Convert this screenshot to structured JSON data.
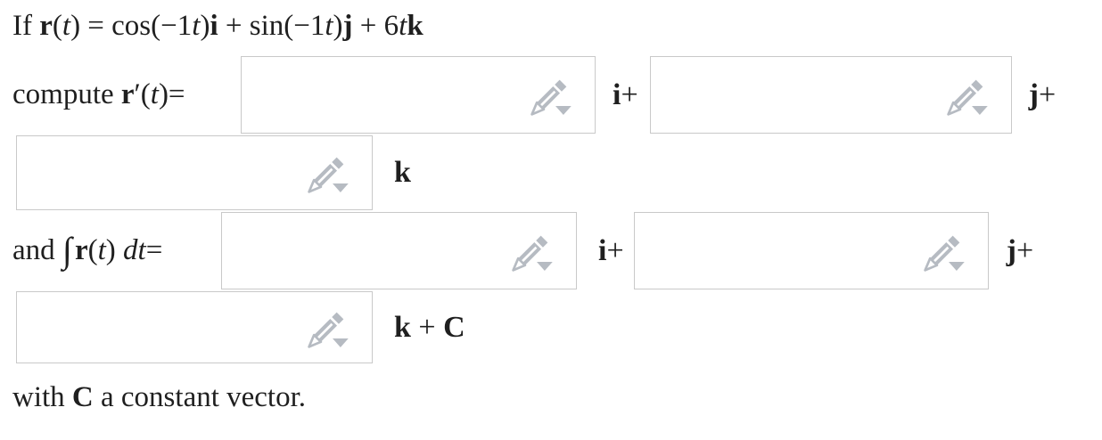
{
  "theme": {
    "text_color": "#1f1f1f",
    "box_border_color": "#c9c9c9",
    "pencil_icon_color": "#b6bbc2",
    "background": "#ffffff"
  },
  "tokens": {
    "statement": [
      {
        "t": "If ",
        "s": "rm"
      },
      {
        "t": "r",
        "s": "bf"
      },
      {
        "t": "(",
        "s": "rm"
      },
      {
        "t": "t",
        "s": "it"
      },
      {
        "t": ") = cos(−1",
        "s": "rm"
      },
      {
        "t": "t",
        "s": "it"
      },
      {
        "t": ")",
        "s": "rm"
      },
      {
        "t": "i",
        "s": "bf"
      },
      {
        "t": " + sin(−1",
        "s": "rm"
      },
      {
        "t": "t",
        "s": "it"
      },
      {
        "t": ")",
        "s": "rm"
      },
      {
        "t": "j",
        "s": "bf"
      },
      {
        "t": " + 6",
        "s": "rm"
      },
      {
        "t": "t",
        "s": "it"
      },
      {
        "t": "k",
        "s": "bf"
      }
    ],
    "derivative_label": [
      {
        "t": "compute ",
        "s": "rm"
      },
      {
        "t": "r",
        "s": "bf"
      },
      {
        "t": "′(",
        "s": "rm"
      },
      {
        "t": "t",
        "s": "it"
      },
      {
        "t": ")=",
        "s": "rm"
      }
    ],
    "integral_label": [
      {
        "t": "and ",
        "s": "rm"
      },
      {
        "t": "∫",
        "s": "int"
      },
      {
        "t": "r",
        "s": "bf"
      },
      {
        "t": "(",
        "s": "rm"
      },
      {
        "t": "t",
        "s": "it"
      },
      {
        "t": ") ",
        "s": "rm"
      },
      {
        "t": "dt",
        "s": "it"
      },
      {
        "t": "=",
        "s": "rm"
      }
    ],
    "i_plus": [
      {
        "t": "i",
        "s": "bf"
      },
      {
        "t": "+",
        "s": "rm"
      }
    ],
    "j_plus": [
      {
        "t": "j",
        "s": "bf"
      },
      {
        "t": "+",
        "s": "rm"
      }
    ],
    "k_unit": [
      {
        "t": "k",
        "s": "bf"
      }
    ],
    "k_plus_c": [
      {
        "t": "k",
        "s": "bf"
      },
      {
        "t": " + ",
        "s": "rm"
      },
      {
        "t": "C",
        "s": "bf"
      }
    ],
    "footer": [
      {
        "t": "with ",
        "s": "rm"
      },
      {
        "t": "C",
        "s": "bf"
      },
      {
        "t": " a constant vector.",
        "s": "rm"
      }
    ]
  },
  "inputs": {
    "derivative_i": {
      "value": "",
      "icon": "pencil-dropdown-icon"
    },
    "derivative_j": {
      "value": "",
      "icon": "pencil-dropdown-icon"
    },
    "derivative_k": {
      "value": "",
      "icon": "pencil-dropdown-icon"
    },
    "integral_i": {
      "value": "",
      "icon": "pencil-dropdown-icon"
    },
    "integral_j": {
      "value": "",
      "icon": "pencil-dropdown-icon"
    },
    "integral_k": {
      "value": "",
      "icon": "pencil-dropdown-icon"
    }
  }
}
